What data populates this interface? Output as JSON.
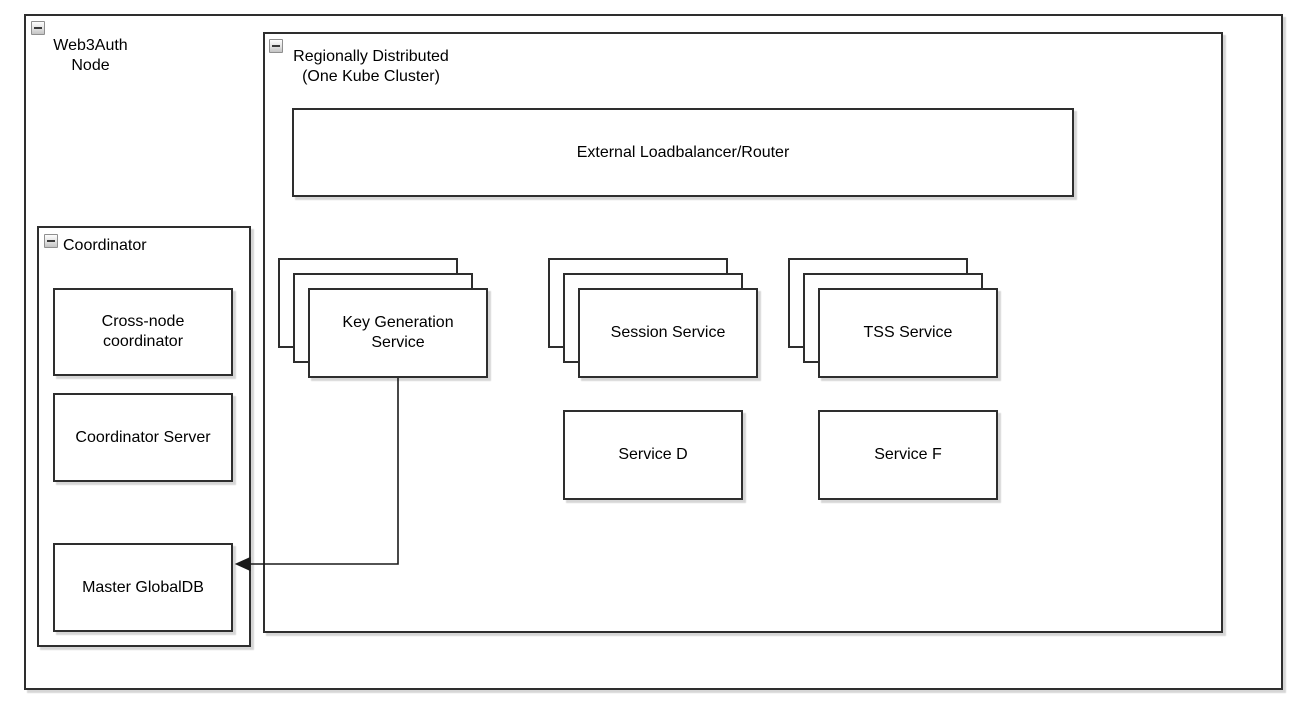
{
  "diagram": {
    "web3auth_node": {
      "label": "Web3Auth\nNode"
    },
    "regionally_distributed": {
      "label": "Regionally Distributed\n(One Kube Cluster)"
    },
    "external_loadbalancer": {
      "label": "External Loadbalancer/Router"
    },
    "stacks": [
      {
        "label": "Key Generation\nService"
      },
      {
        "label": "Session Service"
      },
      {
        "label": "TSS Service"
      }
    ],
    "services": [
      {
        "label": "Service D"
      },
      {
        "label": "Service F"
      }
    ],
    "coordinator": {
      "label": "Coordinator",
      "nodes": [
        {
          "label": "Cross-node\ncoordinator"
        },
        {
          "label": "Coordinator Server"
        },
        {
          "label": "Master GlobalDB"
        }
      ]
    },
    "connector": {
      "from": "Key Generation Service",
      "to": "Master GlobalDB",
      "arrowhead": "left"
    },
    "colors": {
      "stroke": "#2e2e2e",
      "background": "#ffffff",
      "text": "#000000"
    }
  }
}
